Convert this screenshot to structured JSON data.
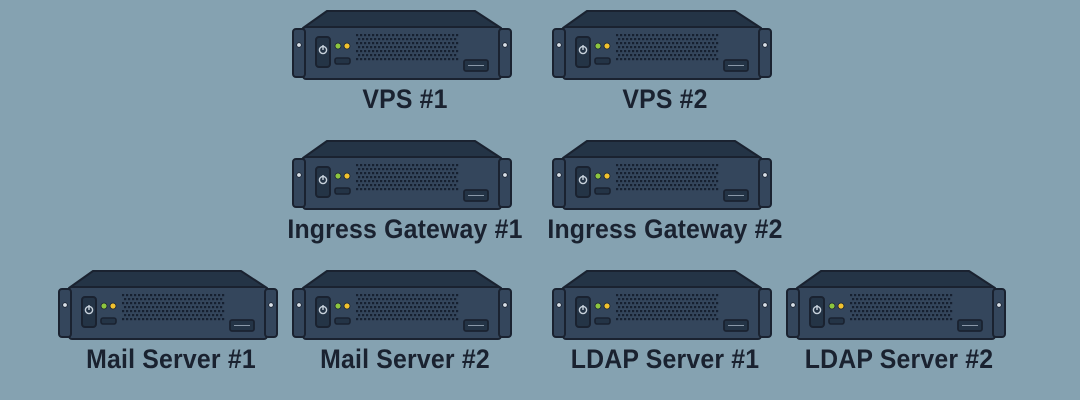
{
  "nodes": [
    {
      "id": "vps-1",
      "label": "VPS #1"
    },
    {
      "id": "vps-2",
      "label": "VPS #2"
    },
    {
      "id": "ingress-gateway-1",
      "label": "Ingress Gateway #1"
    },
    {
      "id": "ingress-gateway-2",
      "label": "Ingress Gateway #2"
    },
    {
      "id": "mail-server-1",
      "label": "Mail Server #1"
    },
    {
      "id": "mail-server-2",
      "label": "Mail Server #2"
    },
    {
      "id": "ldap-server-1",
      "label": "LDAP Server #1"
    },
    {
      "id": "ldap-server-2",
      "label": "LDAP Server #2"
    }
  ],
  "icon": "rack-server-icon",
  "colors": {
    "background": "#85a2b1",
    "chassis": "#34465c",
    "chassis_dark": "#243446",
    "outline": "#1a2230",
    "grille_dot": "#162030",
    "led_green": "#8dc63f",
    "led_yellow": "#f2c22e",
    "label": "#1a2230"
  }
}
